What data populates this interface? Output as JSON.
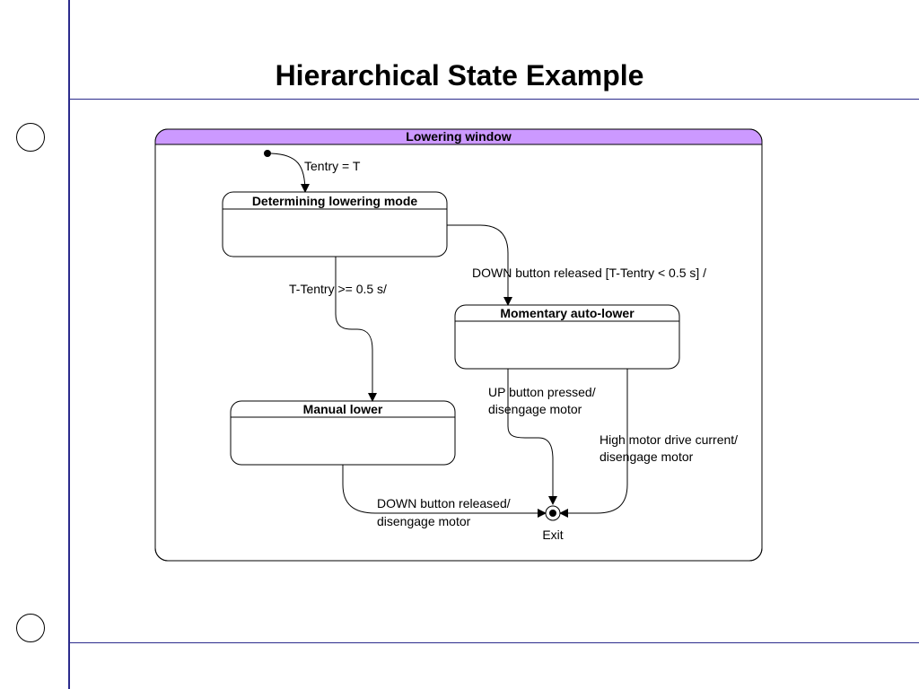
{
  "slide": {
    "title": "Hierarchical State Example"
  },
  "diagram": {
    "superstate": {
      "name": "Lowering window",
      "header_color": "#cc99ff"
    },
    "states": {
      "determining": "Determining lowering mode",
      "momentary": "Momentary auto-lower",
      "manual": "Manual lower"
    },
    "final_state": {
      "label": "Exit"
    },
    "transitions": {
      "initial": "Tentry = T",
      "to_momentary": "DOWN button released [T-Tentry < 0.5 s] /",
      "to_manual": "T-Tentry >= 0.5 s/",
      "momentary_up": {
        "line1": "UP button pressed/",
        "line2": "disengage motor"
      },
      "momentary_current": {
        "line1": "High motor drive current/",
        "line2": "disengage motor"
      },
      "manual_down": {
        "line1": "DOWN button released/",
        "line2": "disengage motor"
      }
    }
  },
  "colors": {
    "rule": "#2b2b8c",
    "superstate_header": "#cc99ff"
  }
}
